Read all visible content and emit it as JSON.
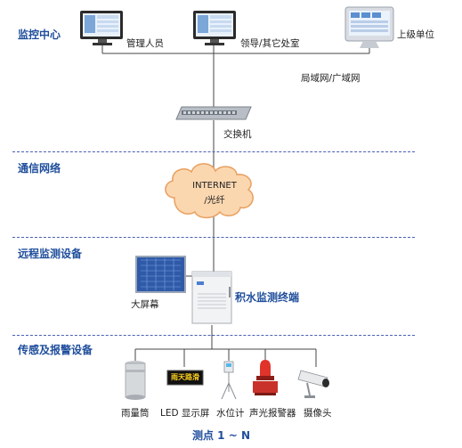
{
  "sections": {
    "monitoring_center": "监控中心",
    "communication_network": "通信网络",
    "remote_monitoring_device": "远程监测设备",
    "sensing_alarm_device": "传感及报警设备"
  },
  "computers": {
    "admin": "管理人员",
    "leader": "领导/其它处室",
    "superior": "上级单位"
  },
  "network": {
    "lan_wan": "局域网/广域网",
    "switch": "交换机",
    "cloud_line1": "INTERNET",
    "cloud_line2": "/光纤"
  },
  "remote": {
    "big_screen": "大屏幕",
    "terminal": "积水监测终端"
  },
  "sensors": {
    "rain_gauge": "雨量筒",
    "led_display": "LED 显示屏",
    "led_text": "雨天路滑",
    "water_level": "水位计",
    "alarm": "声光报警器",
    "camera": "摄像头"
  },
  "footer": {
    "points": "测点 1 ~ N"
  },
  "colors": {
    "section_text": "#1f4e9c",
    "divider": "#4a5fb3",
    "cloud_fill": "#fbd7b0",
    "cloud_stroke": "#e8a060"
  }
}
